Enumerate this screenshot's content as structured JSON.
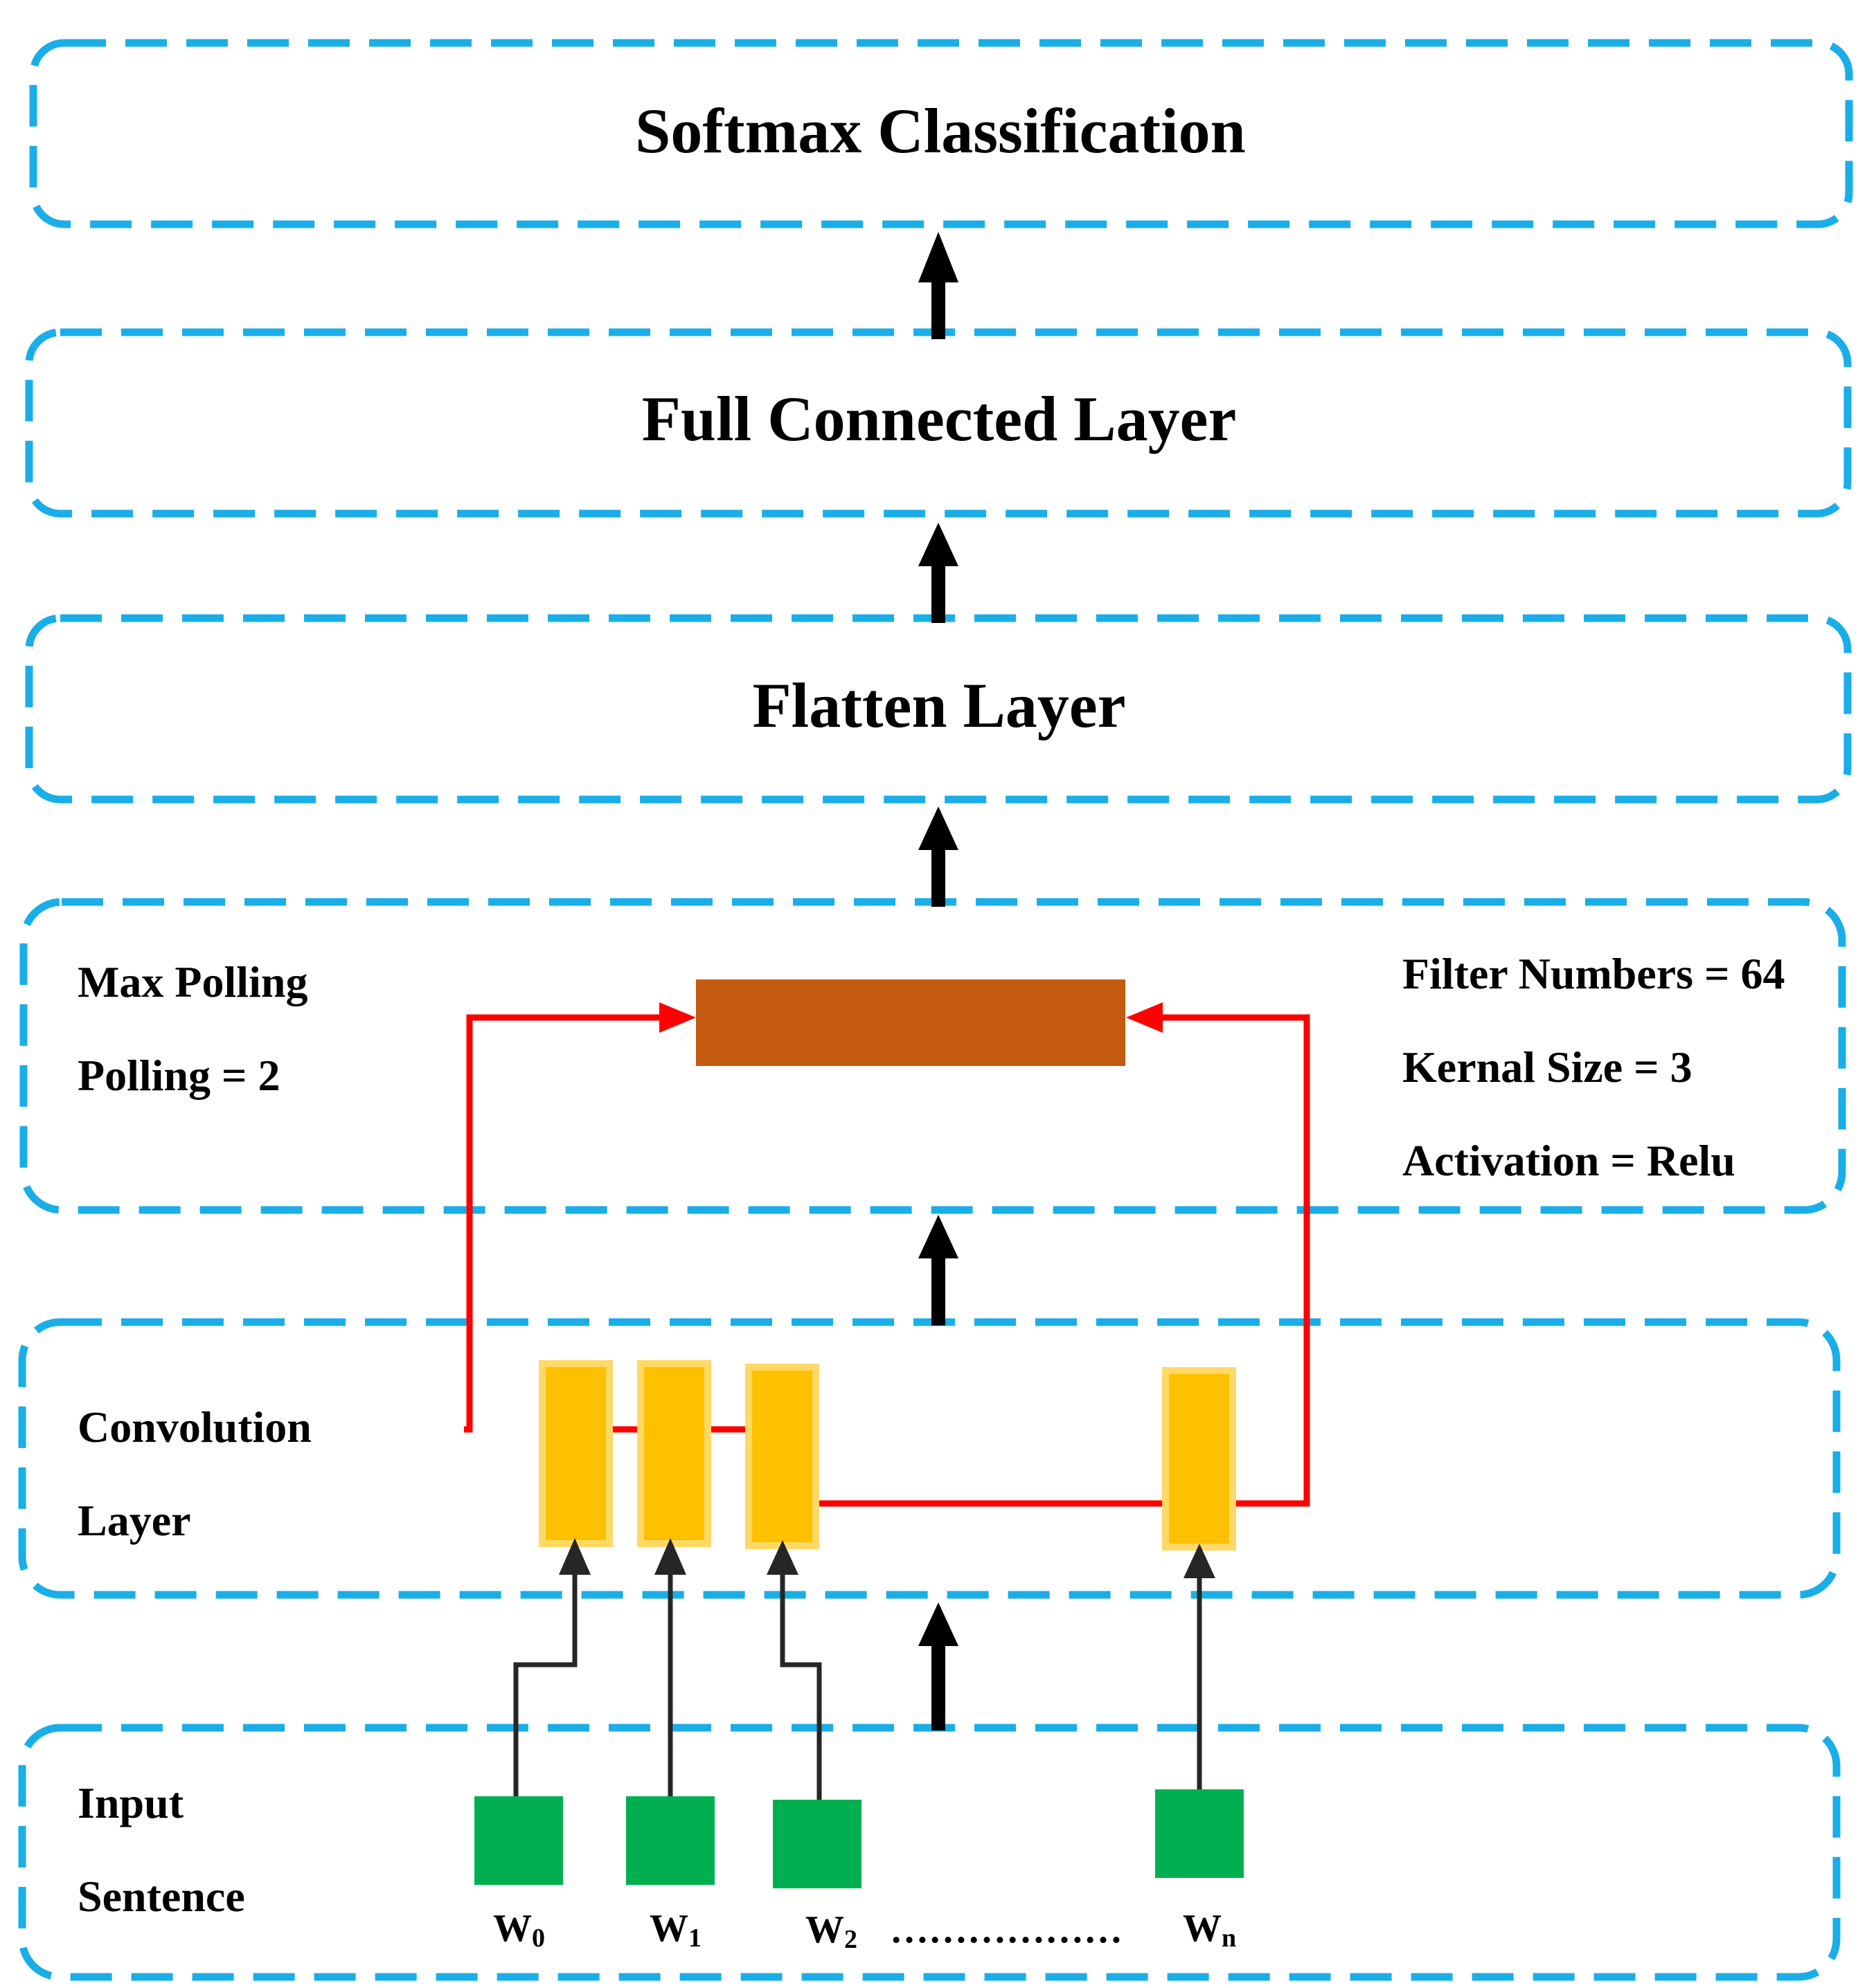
{
  "colors": {
    "dashed_border": "#1aaee8",
    "pool_bar": "#c55a11",
    "conv_filter": "#ffc000",
    "conv_filter_border": "#ffd966",
    "word_box": "#00b050",
    "red_line": "#ff0000",
    "arrow": "#000000",
    "thin_arrow": "#262626"
  },
  "layers": {
    "softmax": {
      "title": "Softmax Classification"
    },
    "full_connected": {
      "title": "Full Connected Layer"
    },
    "flatten": {
      "title": "Flatten Layer"
    },
    "max_pooling": {
      "label_line1": "Max Polling",
      "label_line2": "Polling = 2",
      "params": [
        "Filter Numbers = 64",
        "Kernal Size = 3",
        "Activation = Relu"
      ]
    },
    "convolution": {
      "label_line1": "Convolution",
      "label_line2": "Layer"
    },
    "input": {
      "label_line1": "Input",
      "label_line2": "Sentence",
      "words": [
        {
          "main": "W",
          "sub": "0"
        },
        {
          "main": "W",
          "sub": "1"
        },
        {
          "main": "W",
          "sub": "2"
        },
        {
          "main": "W",
          "sub": "n"
        }
      ],
      "ellipsis": "………………"
    }
  },
  "icons": {
    "layer_arrow": "up-arrow-icon",
    "word_arrow": "up-arrow-icon"
  }
}
